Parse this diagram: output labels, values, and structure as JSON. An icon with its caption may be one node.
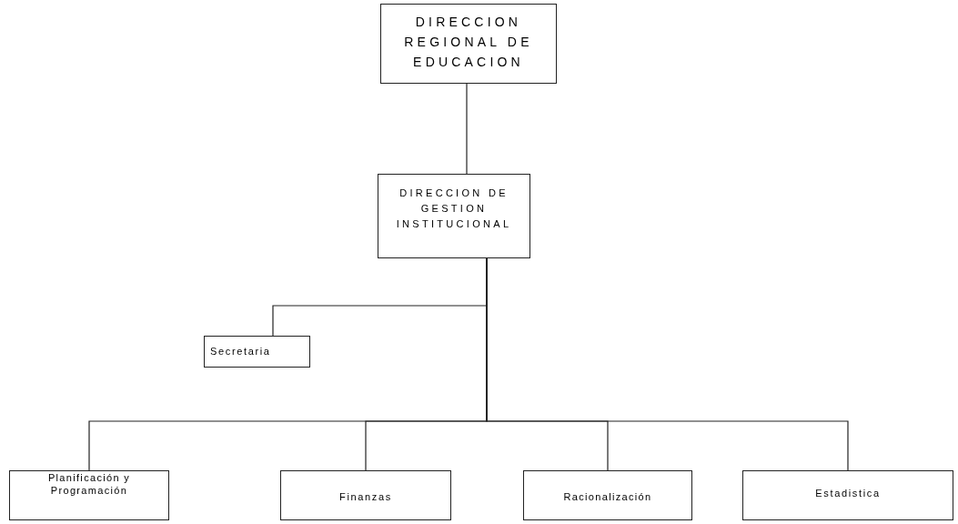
{
  "diagram": {
    "nodes": [
      {
        "text": [
          "DIRECCION REGIONAL DE EDUCACION"
        ]
      },
      {
        "text": [
          "DIRECCION DE GESTION INSTITUCIONAL"
        ]
      },
      {
        "text": [
          "Secretaria"
        ]
      },
      {
        "text": [
          "Planificación y Programación"
        ]
      },
      {
        "text": [
          "Finanzas"
        ]
      },
      {
        "text": [
          "Racionalización"
        ]
      },
      {
        "text": [
          "Estadistica"
        ]
      }
    ],
    "edges": [
      {
        "from": 0,
        "to": 1,
        "arrow": "none"
      },
      {
        "from": 1,
        "to": 2,
        "arrow": "none"
      },
      {
        "from": 1,
        "to": 3,
        "arrow": "none"
      },
      {
        "from": 1,
        "to": 4,
        "arrow": "none"
      },
      {
        "from": 1,
        "to": 5,
        "arrow": "none"
      },
      {
        "from": 1,
        "to": 6,
        "arrow": "none"
      }
    ]
  }
}
